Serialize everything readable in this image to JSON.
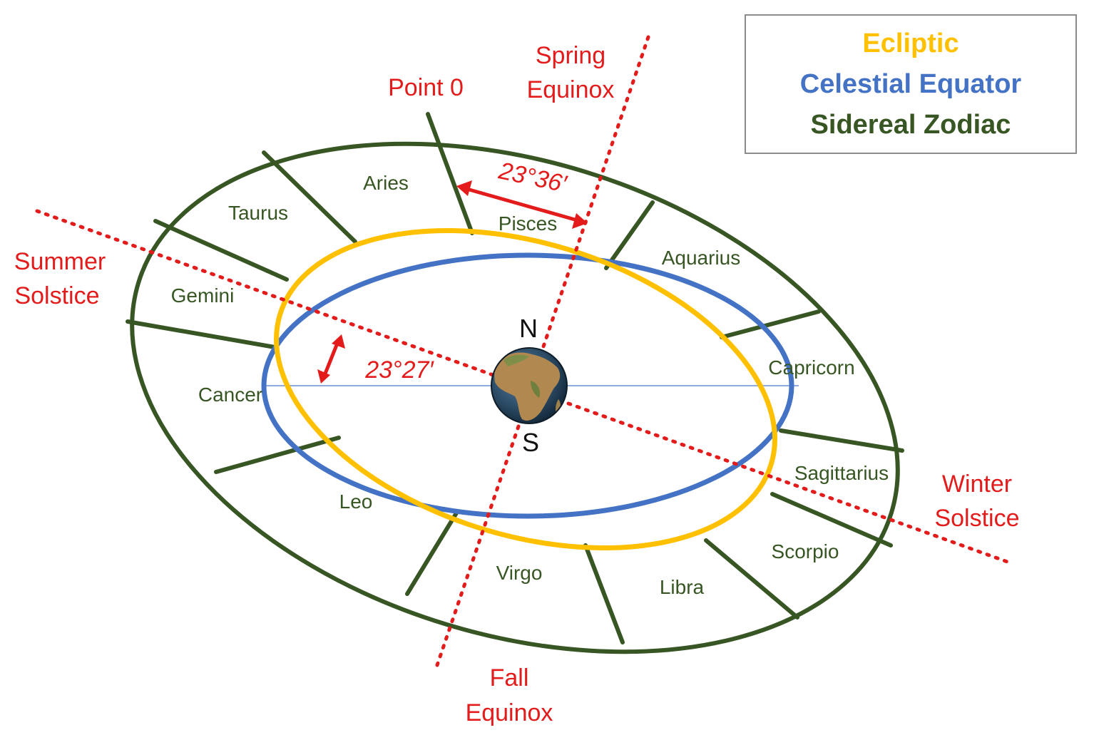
{
  "colors": {
    "ecliptic": "#ffc000",
    "equator": "#4472c4",
    "zodiac": "#375623",
    "marker": "#e31b1b"
  },
  "legend": {
    "ecliptic": "Ecliptic",
    "equator": "Celestial Equator",
    "zodiac": "Sidereal Zodiac"
  },
  "signs": {
    "aries": "Aries",
    "taurus": "Taurus",
    "gemini": "Gemini",
    "cancer": "Cancer",
    "leo": "Leo",
    "virgo": "Virgo",
    "libra": "Libra",
    "scorpio": "Scorpio",
    "sagittarius": "Sagittarius",
    "capricorn": "Capricorn",
    "aquarius": "Aquarius",
    "pisces": "Pisces"
  },
  "markers": {
    "point0": "Point 0",
    "spring_1": "Spring",
    "spring_2": "Equinox",
    "summer_1": "Summer",
    "summer_2": "Solstice",
    "winter_1": "Winter",
    "winter_2": "Solstice",
    "fall_1": "Fall",
    "fall_2": "Equinox"
  },
  "angles": {
    "ayanamsa": "23°36′",
    "obliquity": "23°27′"
  },
  "poles": {
    "north": "N",
    "south": "S"
  },
  "icons": {
    "earth": "earth-globe-icon"
  }
}
